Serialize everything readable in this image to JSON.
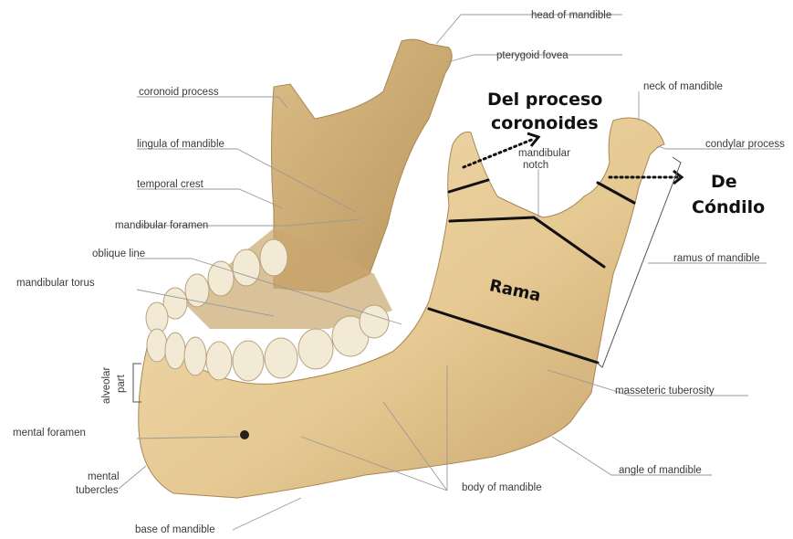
{
  "labels": {
    "head": "head of mandible",
    "pterygoid": "pterygoid fovea",
    "coronoid": "coronoid process",
    "neck": "neck of mandible",
    "lingula": "lingula of mandible",
    "condylar": "condylar process",
    "temporal_crest": "temporal crest",
    "mandibular_notch_1": "mandibular",
    "mandibular_notch_2": "notch",
    "foramen": "mandibular foramen",
    "oblique": "oblique line",
    "ramus": "ramus of mandible",
    "torus": "mandibular torus",
    "alveolar_1": "alveolar",
    "alveolar_2": "part",
    "masseteric": "masseteric tuberosity",
    "mental_foramen": "mental foramen",
    "angle": "angle of mandible",
    "mental_tub_1": "mental",
    "mental_tub_2": "tubercles",
    "body": "body of mandible",
    "base": "base of mandible"
  },
  "annotations": {
    "del_proceso_1": "Del proceso",
    "del_proceso_2": "coronoides",
    "de_condilo_1": "De",
    "de_condilo_2": "Cóndilo",
    "rama": "Rama"
  },
  "colors": {
    "bone": "#e9cf9c",
    "bone_shadow": "#c9a86c",
    "teeth": "#f3ead6"
  }
}
